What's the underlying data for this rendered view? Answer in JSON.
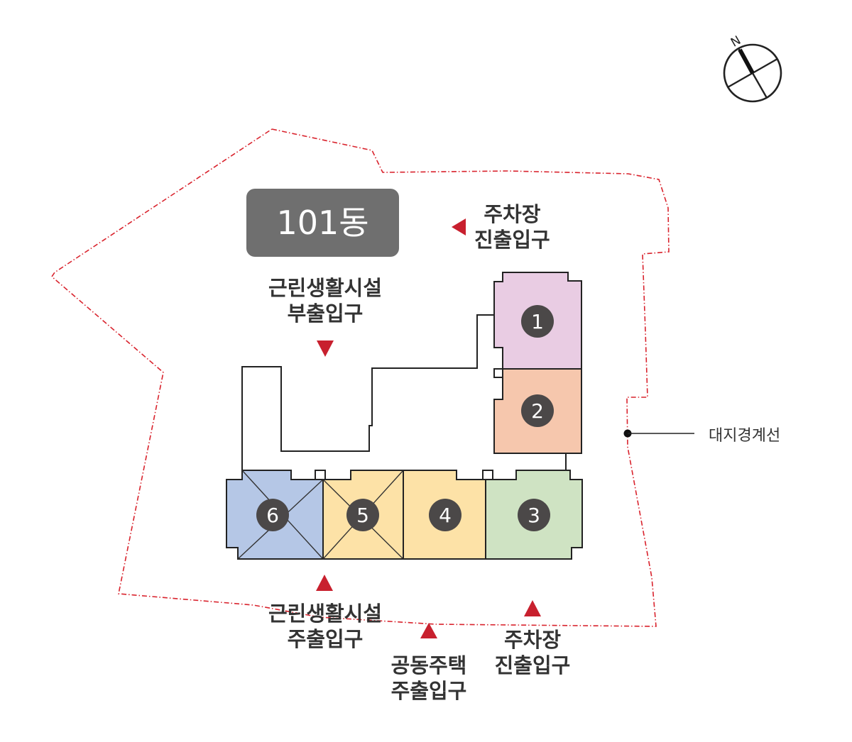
{
  "building": {
    "name": "101동"
  },
  "compass": {
    "north": "N"
  },
  "legend": {
    "boundary": "대지경계선"
  },
  "colors": {
    "boundary": "#d9232d",
    "marker": "#c8202e",
    "unit1": "#e9cce3",
    "unit2": "#f6c7ad",
    "unit3": "#cfe3c3",
    "unit4": "#fde2a7",
    "unit5": "#fde2a7",
    "unit6": "#b5c7e6",
    "badge": "#6f6f6f",
    "circle": "#4b4848"
  },
  "entrances": [
    {
      "id": "parking-top",
      "line1": "주차장",
      "line2": "진출입구",
      "direction": "left"
    },
    {
      "id": "retail-side",
      "line1": "근린생활시설",
      "line2": "부출입구",
      "direction": "down"
    },
    {
      "id": "retail-main",
      "line1": "근린생활시설",
      "line2": "주출입구",
      "direction": "up"
    },
    {
      "id": "housing-main",
      "line1": "공동주택",
      "line2": "주출입구",
      "direction": "up"
    },
    {
      "id": "parking-bottom",
      "line1": "주차장",
      "line2": "진출입구",
      "direction": "up"
    }
  ],
  "units": [
    {
      "number": "1"
    },
    {
      "number": "2"
    },
    {
      "number": "3"
    },
    {
      "number": "4"
    },
    {
      "number": "5"
    },
    {
      "number": "6"
    }
  ]
}
